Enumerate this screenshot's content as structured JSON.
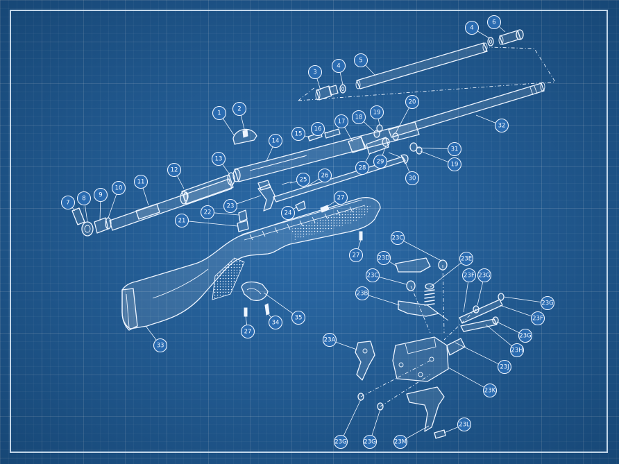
{
  "diagram": {
    "callouts": [
      {
        "id": "c1",
        "label": "1"
      },
      {
        "id": "c2",
        "label": "2"
      },
      {
        "id": "c3",
        "label": "3"
      },
      {
        "id": "c4a",
        "label": "4"
      },
      {
        "id": "c4b",
        "label": "4"
      },
      {
        "id": "c5",
        "label": "5"
      },
      {
        "id": "c6",
        "label": "6"
      },
      {
        "id": "c7",
        "label": "7"
      },
      {
        "id": "c8",
        "label": "8"
      },
      {
        "id": "c9",
        "label": "9"
      },
      {
        "id": "c10",
        "label": "10"
      },
      {
        "id": "c11",
        "label": "11"
      },
      {
        "id": "c12",
        "label": "12"
      },
      {
        "id": "c13",
        "label": "13"
      },
      {
        "id": "c14",
        "label": "14"
      },
      {
        "id": "c15",
        "label": "15"
      },
      {
        "id": "c16",
        "label": "16"
      },
      {
        "id": "c17",
        "label": "17"
      },
      {
        "id": "c18",
        "label": "18"
      },
      {
        "id": "c19a",
        "label": "19"
      },
      {
        "id": "c19b",
        "label": "19"
      },
      {
        "id": "c20",
        "label": "20"
      },
      {
        "id": "c21",
        "label": "21"
      },
      {
        "id": "c22",
        "label": "22"
      },
      {
        "id": "c23",
        "label": "23"
      },
      {
        "id": "c24",
        "label": "24"
      },
      {
        "id": "c25",
        "label": "25"
      },
      {
        "id": "c26",
        "label": "26"
      },
      {
        "id": "c27a",
        "label": "27"
      },
      {
        "id": "c27b",
        "label": "27"
      },
      {
        "id": "c27c",
        "label": "27"
      },
      {
        "id": "c28",
        "label": "28"
      },
      {
        "id": "c29",
        "label": "29"
      },
      {
        "id": "c30",
        "label": "30"
      },
      {
        "id": "c31",
        "label": "31"
      },
      {
        "id": "c32",
        "label": "32"
      },
      {
        "id": "c33",
        "label": "33"
      },
      {
        "id": "c34",
        "label": "34"
      },
      {
        "id": "c35",
        "label": "35"
      },
      {
        "id": "c23a",
        "label": "23A"
      },
      {
        "id": "c23b",
        "label": "23B"
      },
      {
        "id": "c23c1",
        "label": "23C"
      },
      {
        "id": "c23c2",
        "label": "23C"
      },
      {
        "id": "c23d",
        "label": "23D"
      },
      {
        "id": "c23e",
        "label": "23E"
      },
      {
        "id": "c23f1",
        "label": "23F"
      },
      {
        "id": "c23f2",
        "label": "23F"
      },
      {
        "id": "c23g1",
        "label": "23G"
      },
      {
        "id": "c23g2",
        "label": "23G"
      },
      {
        "id": "c23g3",
        "label": "23G"
      },
      {
        "id": "c23g4",
        "label": "23G"
      },
      {
        "id": "c23g5",
        "label": "23G"
      },
      {
        "id": "c23h",
        "label": "23H"
      },
      {
        "id": "c23j",
        "label": "23J"
      },
      {
        "id": "c23k",
        "label": "23K"
      },
      {
        "id": "c23l",
        "label": "23L"
      },
      {
        "id": "c23m",
        "label": "23M"
      }
    ]
  }
}
